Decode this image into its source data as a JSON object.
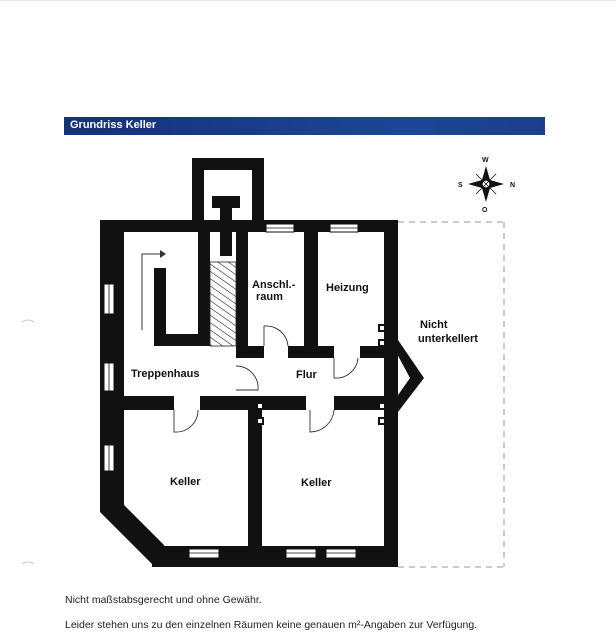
{
  "header": {
    "logo_line1": "",
    "logo_line2": "",
    "logo_line3": "",
    "section_title": "Grundriss Keller"
  },
  "compass": {
    "north": "N",
    "south": "S",
    "west": "W",
    "east": "O"
  },
  "rooms": {
    "anschlussraum_line1": "Anschl.-",
    "anschlussraum_line2": "raum",
    "heizung": "Heizung",
    "treppenhaus": "Treppenhaus",
    "flur": "Flur",
    "keller_left": "Keller",
    "keller_right": "Keller",
    "nicht_line1": "Nicht",
    "nicht_line2": "unterkellert"
  },
  "notes": {
    "line1": "Nicht maßstabsgerecht und ohne Gewähr.",
    "line2": "Leider stehen uns zu den einzelnen Räumen keine genauen m²-Angaben zur Verfügung."
  }
}
